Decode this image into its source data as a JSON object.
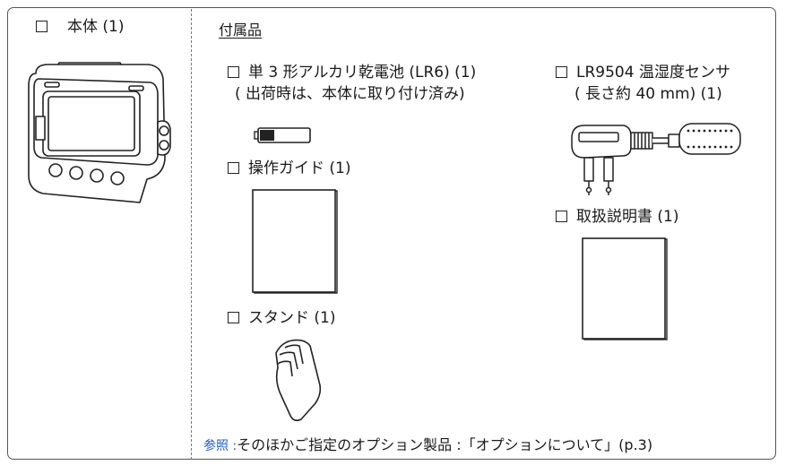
{
  "main_unit": {
    "label": "本体 (1)"
  },
  "accessories": {
    "title": "付属品",
    "battery": {
      "line1": "単 3 形アルカリ乾電池 (LR6) (1)",
      "line2": "( 出荷時は、本体に取り付け済み)"
    },
    "guide": {
      "label": "操作ガイド (1)"
    },
    "stand": {
      "label": "スタンド (1)"
    },
    "sensor": {
      "line1": "LR9504 温湿度センサ",
      "line2": "( 長さ約 40 mm) (1)"
    },
    "manual": {
      "label": "取扱説明書 (1)"
    }
  },
  "reference": {
    "label": "参照 :",
    "text": "そのほかご指定のオプション製品 :「オプションについて」(p.3)"
  },
  "colors": {
    "reference_label": "#1f5fc8",
    "border": "#555555"
  }
}
